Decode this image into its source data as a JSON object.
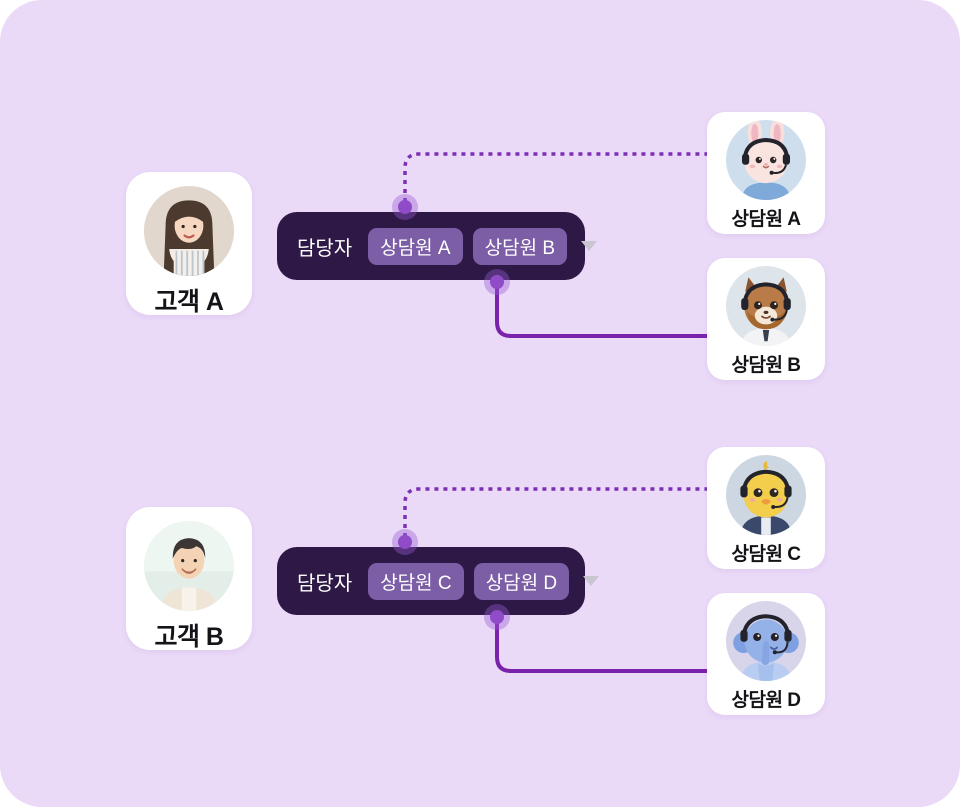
{
  "canvas": {
    "background": "#EBD9F8"
  },
  "colors": {
    "pill_background": "#2D1846",
    "tag_background": "#7C5EA6",
    "dotted_line": "#7B2FB5",
    "solid_line": "#7B22AC",
    "connector_dot": "#8F4BC8",
    "card_background": "#FFFFFF"
  },
  "icons": {
    "dropdown": "triangle-down-icon",
    "connector": "dot-connector"
  },
  "sections": [
    {
      "customer": {
        "label": "고객 A",
        "avatar": "woman-customer-photo"
      },
      "assignment": {
        "label": "담당자",
        "tags": [
          {
            "label": "상담원 A"
          },
          {
            "label": "상담원 B"
          }
        ]
      },
      "agents": [
        {
          "label": "상담원 A",
          "avatar": "rabbit-agent-headset",
          "link": "dotted"
        },
        {
          "label": "상담원 B",
          "avatar": "squirrel-agent-headset",
          "link": "solid"
        }
      ]
    },
    {
      "customer": {
        "label": "고객 B",
        "avatar": "man-customer-photo"
      },
      "assignment": {
        "label": "담당자",
        "tags": [
          {
            "label": "상담원 C"
          },
          {
            "label": "상담원 D"
          }
        ]
      },
      "agents": [
        {
          "label": "상담원 C",
          "avatar": "chick-agent-headset",
          "link": "dotted"
        },
        {
          "label": "상담원 D",
          "avatar": "elephant-agent-headset",
          "link": "solid"
        }
      ]
    }
  ]
}
